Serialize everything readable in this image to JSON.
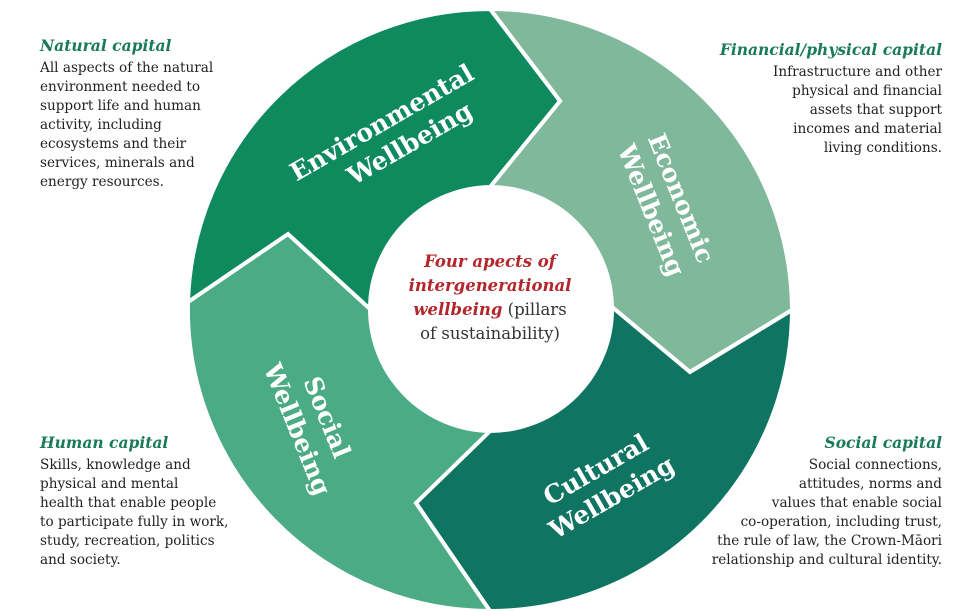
{
  "colors": {
    "accent": "#1a7a5c",
    "environmental": "#0f8a5f",
    "economic": "#7fb89a",
    "cultural": "#107462",
    "social": "#4aab84",
    "center_emphasis": "#b3262b"
  },
  "center": {
    "emphasis": "Four apects of intergenerational wellbeing",
    "emphasis_line1": "Four apects of",
    "emphasis_line2": "intergenerational",
    "emphasis_line3": "wellbeing",
    "rest_line3": " (pillars",
    "rest_line4": "of sustainability)"
  },
  "segments": {
    "environmental": {
      "line1": "Environmental",
      "line2": "Wellbeing"
    },
    "economic": {
      "line1": "Economic",
      "line2": "Wellbeing"
    },
    "cultural": {
      "line1": "Cultural",
      "line2": "Wellbeing"
    },
    "social": {
      "line1": "Social",
      "line2": "Wellbeing"
    }
  },
  "corners": {
    "natural": {
      "title": "Natural capital",
      "line1": "All aspects of the natural",
      "line2": "environment needed to",
      "line3": "support life and human",
      "line4": "activity, including",
      "line5": "ecosystems and their",
      "line6": "services, minerals and",
      "line7": "energy resources."
    },
    "financial": {
      "title": "Financial/physical capital",
      "line1": "Infrastructure and other",
      "line2": "physical and financial",
      "line3": "assets that support",
      "line4": "incomes and material",
      "line5": "living conditions."
    },
    "human": {
      "title": "Human capital",
      "line1": "Skills, knowledge and",
      "line2": "physical and mental",
      "line3": "health that enable people",
      "line4": "to participate fully in work,",
      "line5": "study, recreation, politics",
      "line6": "and society."
    },
    "social": {
      "title": "Social capital",
      "line1": "Social connections,",
      "line2": "attitudes, norms and",
      "line3": "values that enable social",
      "line4": "co-operation, including trust,",
      "line5": "the rule of law, the Crown-Māori",
      "line6": "relationship and cultural identity."
    }
  }
}
